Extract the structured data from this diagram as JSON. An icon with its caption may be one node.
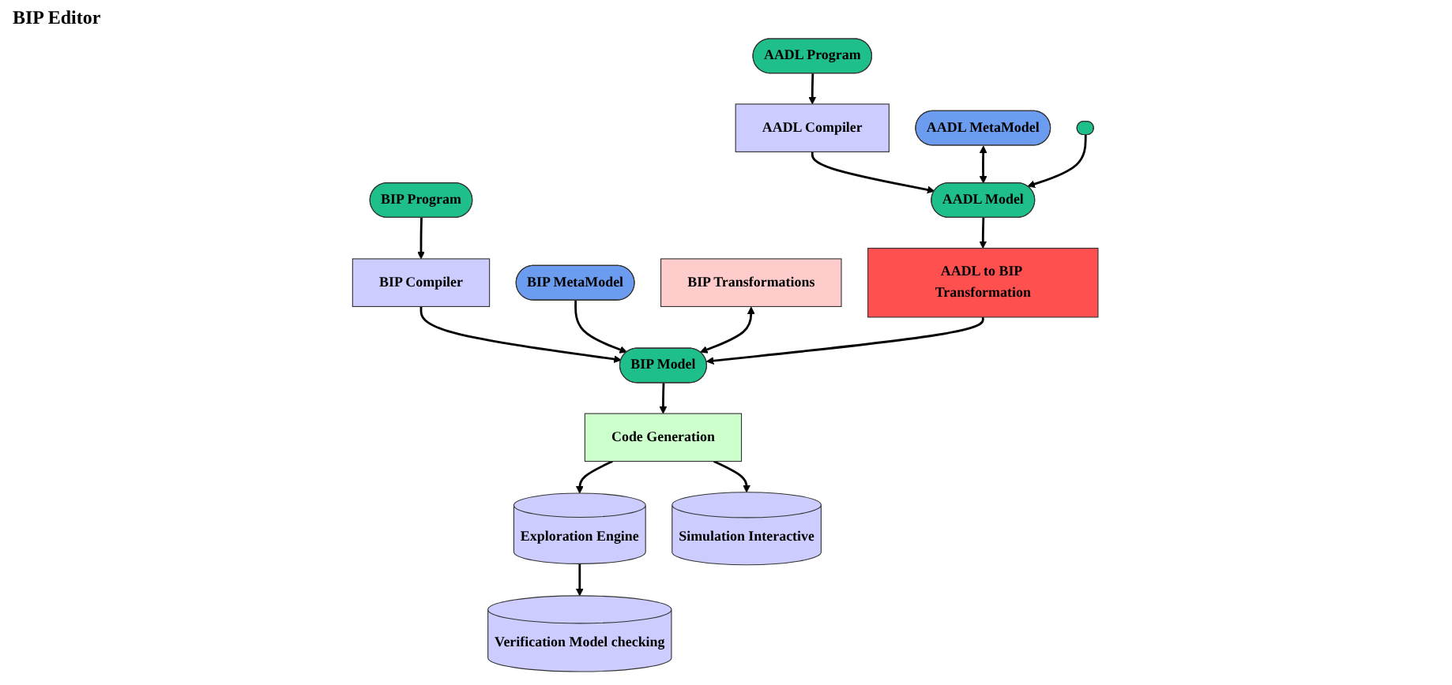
{
  "diagram": {
    "nodes": [
      {
        "text": [
          "BIP Program"
        ]
      },
      {
        "text": [
          "AADL Program"
        ]
      },
      {
        "text": [
          "BIP Compiler"
        ]
      },
      {
        "text": [
          "AADL Compiler"
        ]
      },
      {
        "text": [
          "BIP MetaModel"
        ]
      },
      {
        "text": [
          "BIP Model"
        ]
      },
      {
        "text": [
          "AADL to BIP Transformation"
        ]
      },
      {
        "text": [
          "AADL Model"
        ]
      },
      {
        "text": [
          "BIP Transformations"
        ]
      },
      {
        "text": [
          "Code Generation"
        ]
      },
      {
        "text": [
          "AADL MetaModel"
        ]
      },
      {
        "text": [],
        "shape": "ellipse"
      },
      {
        "text": [
          "Verification Model checking"
        ]
      },
      {
        "text": [
          "Exploration Engine"
        ]
      },
      {
        "text": [
          "Simulation Interactive"
        ]
      }
    ],
    "edges": [
      {
        "from": 0,
        "to": 2,
        "arrow": "to"
      },
      {
        "from": 2,
        "to": 5,
        "arrow": "to"
      },
      {
        "from": 4,
        "to": 5,
        "arrow": "to"
      },
      {
        "from": 8,
        "to": 5,
        "arrow": "both"
      },
      {
        "from": 6,
        "to": 5,
        "arrow": "to"
      },
      {
        "from": 1,
        "to": 3,
        "arrow": "to"
      },
      {
        "from": 3,
        "to": 7,
        "arrow": "to"
      },
      {
        "from": 7,
        "to": 6,
        "arrow": "to"
      },
      {
        "from": 10,
        "to": 7,
        "arrow": "both"
      },
      {
        "from": 11,
        "to": 7,
        "arrow": "to"
      },
      {
        "from": 5,
        "to": 9,
        "arrow": "to"
      },
      {
        "from": 9,
        "to": 13,
        "arrow": "to"
      },
      {
        "from": 9,
        "to": 14,
        "arrow": "to"
      },
      {
        "from": 13,
        "to": 12,
        "arrow": "to"
      }
    ],
    "labels": [
      "BIP Editor"
    ]
  }
}
